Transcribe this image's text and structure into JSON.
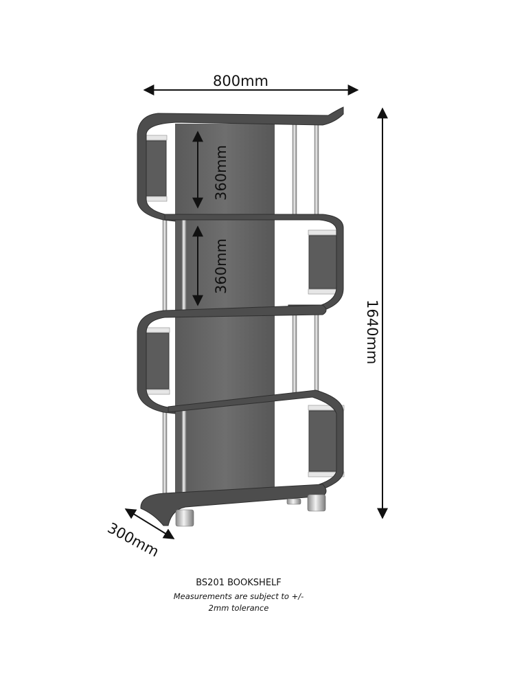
{
  "dimensions": {
    "width": "800mm",
    "height": "1640mm",
    "depth": "300mm",
    "shelf_gap_upper": "360mm",
    "shelf_gap_lower": "360mm"
  },
  "caption": {
    "title": "BS201 BOOKSHELF",
    "note_line1": "Measurements are subject to +/-",
    "note_line2": "2mm tolerance"
  },
  "colors": {
    "wood_dark": "#4a4a4a",
    "wood_mid": "#5e5e5e",
    "wood_panel": "#6b6b6b",
    "chrome": "#c8c8c8",
    "arrow": "#111111"
  }
}
